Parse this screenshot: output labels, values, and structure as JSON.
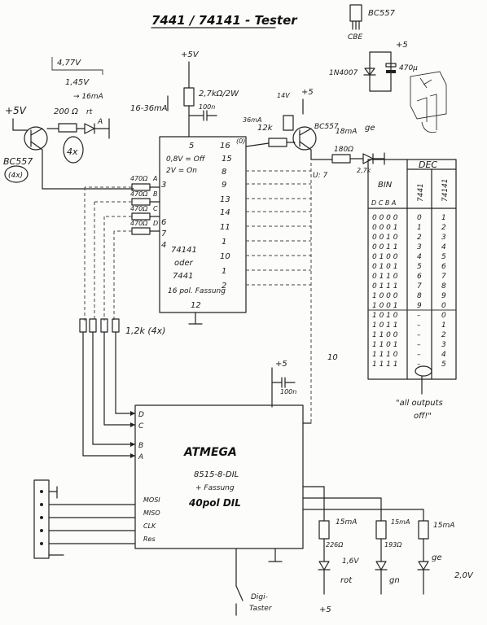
{
  "title": "7441 / 74141 - Tester",
  "transistor_top": {
    "name": "BC557",
    "pins": "CBE"
  },
  "supply_labels": {
    "plus5_a": "+5",
    "plus5_b": "+5V",
    "plus5_c": "+5",
    "plus5_d": "+5V",
    "plus5_e": "+5",
    "plus5_f": "+5"
  },
  "diode_1n": "1N4007",
  "cap_470": "470µ",
  "left_block": {
    "v1": "4,77V",
    "v2": "1,45V",
    "i1": "→ 16mA",
    "r200": "200 Ω",
    "rt": "rt",
    "d_label": "A",
    "bc557": "BC557",
    "count4x": "4x",
    "count4x_b": "(4x)"
  },
  "r_27": "2,7kΩ/2W",
  "c_100n": "100n",
  "i_16_36": "16-36mA",
  "i_36": "36mA",
  "i_14": "14V",
  "r_12k_a": "12k",
  "bc557_right": "BC557",
  "i_18": "18mA",
  "ge": "ge",
  "r_180": "180Ω",
  "r_27b": "2,7k",
  "dot_label": "(0)",
  "ic1": {
    "pins_top": [
      "5",
      "16"
    ],
    "note1": "0,8V = Off",
    "note2": "2V = On",
    "left_pins": [
      "3",
      "6",
      "7",
      "4"
    ],
    "inputs": [
      "A",
      "B",
      "C",
      "D"
    ],
    "res": [
      "470Ω",
      "470Ω",
      "470Ω",
      "470Ω"
    ],
    "right_pins": [
      "15",
      "8",
      "9",
      "13",
      "14",
      "11",
      "1",
      "10",
      "1",
      "2"
    ],
    "name1": "74141",
    "name2": "oder",
    "name3": "7441",
    "socket": "16 pol. Fassung",
    "gnd_pin": "12"
  },
  "u_label": "U: 7",
  "r_12k4x": "1,2k (4x)",
  "n10": "10",
  "c_100n_b": "100n",
  "mcu": {
    "l1": "ATMEGA",
    "l2": "8515-8-DIL",
    "l3": "+ Fassung",
    "l4": "40pol DIL",
    "inputs": [
      "D",
      "C",
      "B",
      "A"
    ],
    "isp": [
      "MOSI",
      "MISO",
      "CLK",
      "Res"
    ]
  },
  "button": {
    "l1": "Digi-",
    "l2": "Taster"
  },
  "leds": [
    {
      "i": "15mA",
      "r": "226Ω",
      "v": "1,6V",
      "c": "rot"
    },
    {
      "i": "15mA",
      "r": "193Ω",
      "v": "",
      "c": "gn"
    },
    {
      "i": "15mA",
      "r": "",
      "v": "2,0V",
      "c": "ge"
    }
  ],
  "truth": {
    "dec_header": "DEC",
    "bin_header": "BIN",
    "col_7441": "7441",
    "col_74141": "74141",
    "bits_header": "D C B A",
    "rows": [
      {
        "bits": "0 0 0 0",
        "a": "0",
        "b": "1"
      },
      {
        "bits": "0 0 0 1",
        "a": "1",
        "b": "2"
      },
      {
        "bits": "0 0 1 0",
        "a": "2",
        "b": "3"
      },
      {
        "bits": "0 0 1 1",
        "a": "3",
        "b": "4"
      },
      {
        "bits": "0 1 0 0",
        "a": "4",
        "b": "5"
      },
      {
        "bits": "0 1 0 1",
        "a": "5",
        "b": "6"
      },
      {
        "bits": "0 1 1 0",
        "a": "6",
        "b": "7"
      },
      {
        "bits": "0 1 1 1",
        "a": "7",
        "b": "8"
      },
      {
        "bits": "1 0 0 0",
        "a": "8",
        "b": "9"
      },
      {
        "bits": "1 0 0 1",
        "a": "9",
        "b": "0"
      },
      {
        "bits": "1 0 1 0",
        "a": "–",
        "b": "0"
      },
      {
        "bits": "1 0 1 1",
        "a": "–",
        "b": "1"
      },
      {
        "bits": "1 1 0 0",
        "a": "–",
        "b": "2"
      },
      {
        "bits": "1 1 0 1",
        "a": "–",
        "b": "3"
      },
      {
        "bits": "1 1 1 0",
        "a": "–",
        "b": "4"
      },
      {
        "bits": "1 1 1 1",
        "a": "–",
        "b": "5"
      }
    ],
    "note1": "\"all outputs",
    "note2": "off!\""
  }
}
